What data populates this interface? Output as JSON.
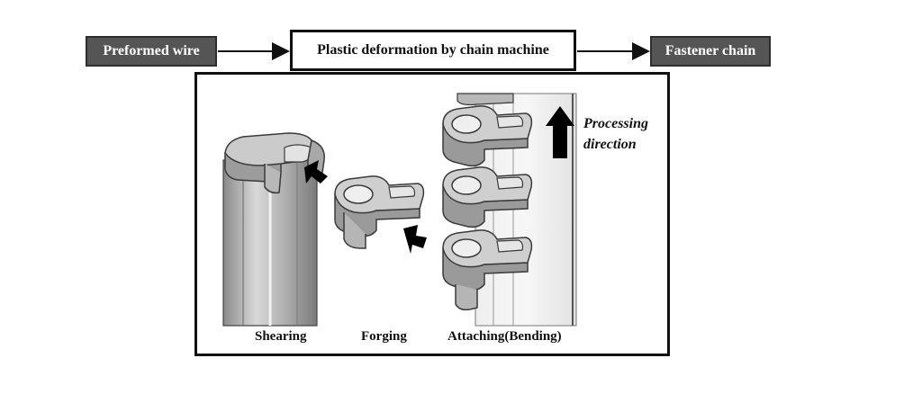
{
  "flow": {
    "input_label": "Preformed wire",
    "process_label": "Plastic deformation by chain machine",
    "output_label": "Fastener chain"
  },
  "stages": {
    "shearing": "Shearing",
    "forging": "Forging",
    "attaching": "Attaching(Bending)"
  },
  "direction": {
    "line1": "Processing",
    "line2": "direction"
  },
  "colors": {
    "dark_box": "#555555",
    "part_fill": "#c8c8c8",
    "part_stroke": "#3a3a3a",
    "arrow": "#000000"
  }
}
